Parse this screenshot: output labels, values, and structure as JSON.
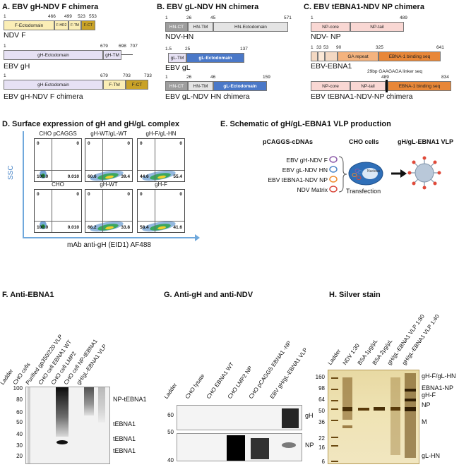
{
  "panels": {
    "A": {
      "title": "A. EBV gH-NDV F chimera",
      "ndvf": {
        "name": "NDV F",
        "nums": [
          "1",
          "466",
          "499",
          "523",
          "553"
        ],
        "segs": [
          "F-Ectodomain",
          "F-HR2",
          "F-TM",
          "F-CT"
        ]
      },
      "gh": {
        "name": "EBV gH",
        "nums": [
          "1",
          "679",
          "698",
          "707"
        ],
        "segs": [
          "gH-Ectodomain",
          "gH-TM"
        ]
      },
      "chim": {
        "name": "EBV gH-NDV F chimera",
        "nums": [
          "1",
          "679",
          "703",
          "733"
        ],
        "segs": [
          "gH-Ectodomain",
          "F-TM",
          "F-CT"
        ]
      }
    },
    "B": {
      "title": "B. EBV gL-NDV HN chimera",
      "hn": {
        "name": "NDV-HN",
        "nums": [
          "1",
          "26",
          "45",
          "571"
        ],
        "segs": [
          "HN-CT",
          "HN-TM",
          "HN-Ectodomain"
        ]
      },
      "gl": {
        "name": "EBV gL",
        "nums": [
          "1.5",
          "25",
          "137"
        ],
        "segs": [
          "gL-TM",
          "gL-Ectodomain"
        ]
      },
      "chim": {
        "name": "EBV gL-NDV HN chimera",
        "nums": [
          "1",
          "26",
          "46",
          "159"
        ],
        "segs": [
          "HN-CT",
          "HN-TM",
          "gL-Ectodomain"
        ]
      }
    },
    "C": {
      "title": "C. EBV tEBNA1-NDV NP chimera",
      "np": {
        "name": "NDV- NP",
        "nums": [
          "1",
          "489"
        ],
        "segs": [
          "NP-core",
          "NP-tail"
        ]
      },
      "ebna": {
        "name": "EBV-EBNA1",
        "nums": [
          "1",
          "33",
          "53",
          "90",
          "325",
          "641"
        ],
        "segs": [
          "GA repeat",
          "EBNA-1 binding seq"
        ]
      },
      "linker": "29bp GAAGAGA linker seq",
      "chim": {
        "name": "EBV tEBNA1-NDV-NP chimera",
        "nums": [
          "489",
          "834"
        ],
        "segs": [
          "NP-core",
          "NP-tail",
          "EBNA-1 binding seq"
        ]
      }
    },
    "D": {
      "title": "D. Surface expression of gH and gH/gL complex",
      "yaxis": "SSC",
      "xaxis": "mAb anti-gH (EID1) AF488",
      "plots": [
        {
          "label": "CHO pCAGGS",
          "tl": "0",
          "tr": "0",
          "bl": "100.0",
          "br": "0.010"
        },
        {
          "label": "gH-WT/gL-WT",
          "tl": "0",
          "tr": "0",
          "bl": "60.6",
          "br": "39.4"
        },
        {
          "label": "gH-F/gL-HN",
          "tl": "0",
          "tr": "0",
          "bl": "44.6",
          "br": "55.4"
        },
        {
          "label": "CHO",
          "tl": "0",
          "tr": "0",
          "bl": "100.0",
          "br": "0.010"
        },
        {
          "label": "gH-WT",
          "tl": "0",
          "tr": "0",
          "bl": "66.2",
          "br": "33.8"
        },
        {
          "label": "gH-F",
          "tl": "0",
          "tr": "0",
          "bl": "58.4",
          "br": "41.6"
        }
      ]
    },
    "E": {
      "title": "E. Schematic of gH/gL-EBNA1 VLP production",
      "col1": "pCAGGS-cDNAs",
      "col2": "CHO cells",
      "col3": "gH/gL-EBNA1 VLP",
      "items": [
        "EBV gH-NDV F",
        "EBV gL-NDV HN",
        "EBV tEBNA1-NDV NP",
        "NDV Matrix"
      ],
      "nucleus": "Nucleus",
      "transfection": "Transfection",
      "colors": {
        "purple": "#8b58a8",
        "blue": "#4a86c8",
        "orange": "#f08a2a",
        "red": "#d9473a"
      }
    },
    "F": {
      "title": "F. Anti-EBNA1",
      "lanes": [
        "Ladder",
        "CHO cells",
        "Purified gp350/220 VLP",
        "CHO cell EBNA1 WT",
        "CHO cell LMP2",
        "CHO cell NP-tEBNA1",
        "gH/gL-EBNA1 VLP"
      ],
      "mw": [
        "100",
        "80",
        "60",
        "50",
        "40",
        "30",
        "20"
      ],
      "bands": [
        "NP-tEBNA1",
        "tEBNA1",
        "tEBNA1",
        "tEBNA1"
      ]
    },
    "G": {
      "title": "G. Anti-gH and anti-NDV",
      "lanes": [
        "Ladder",
        "CHO lysate",
        "CHO EBNA1 WT",
        "CHO LMP2 NP",
        "CHO pCAGGS EBNA1 -NP",
        "EBV gH/gL-EBNA1 VLP"
      ],
      "mw_top": [
        "60",
        "50"
      ],
      "mw_bot": [
        "50",
        "40"
      ],
      "band_top": "gH",
      "band_bot": "NP"
    },
    "H": {
      "title": "H. Silver stain",
      "lanes": [
        "Ladder",
        "NDV 1:30",
        "BSA 1μg/μL",
        "BSA 2μg/μL",
        "gH/gL-EBNA1 VLP 1:80",
        "gH/gL-EBNA1 VLP 1:40"
      ],
      "mw": [
        "160",
        "98",
        "64",
        "50",
        "36",
        "22",
        "16",
        "6"
      ],
      "bands": [
        "gH-F/gL-HN",
        "EBNA1-NP",
        "gH-F",
        "NP",
        "M",
        "gL-HN"
      ]
    }
  }
}
